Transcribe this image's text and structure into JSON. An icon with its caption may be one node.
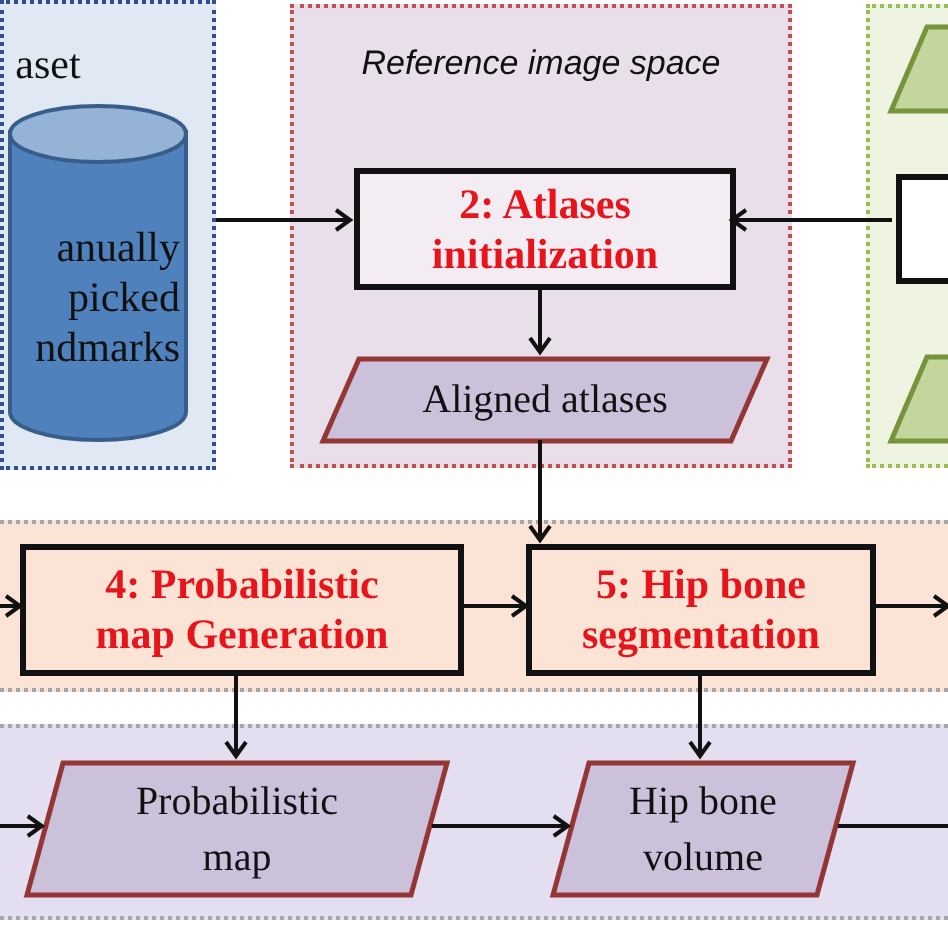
{
  "diagram": {
    "nodes": [
      {
        "text": [
          "aset"
        ]
      },
      {
        "text": [
          "anually picked ndmarks"
        ],
        "in": 0
      },
      {
        "text": [
          "Reference image space"
        ]
      },
      {
        "text": [
          "2: Atlases initialization"
        ],
        "in": 2
      },
      {
        "text": [
          "Aligned atlases"
        ],
        "in": 2
      },
      {
        "text": [],
        "shape": "box"
      },
      {
        "text": [],
        "shape": "parallelogram",
        "in": 5
      },
      {
        "text": [],
        "shape": "box",
        "in": 5
      },
      {
        "text": [],
        "shape": "parallelogram",
        "in": 5
      },
      {
        "text": [],
        "shape": "band"
      },
      {
        "text": [
          "4: Probabilistic map Generation"
        ],
        "in": 9
      },
      {
        "text": [
          "5: Hip bone segmentation"
        ],
        "in": 9
      },
      {
        "text": [],
        "shape": "band"
      },
      {
        "text": [
          "Probabilistic map"
        ],
        "in": 12
      },
      {
        "text": [
          "Hip bone volume"
        ],
        "in": 12
      }
    ],
    "edges": [
      {
        "from": 0,
        "to": 3,
        "arrow": "to"
      },
      {
        "from": 7,
        "to": 3,
        "arrow": "to"
      },
      {
        "from": 3,
        "to": 4,
        "arrow": "to"
      },
      {
        "from": 4,
        "to": 11,
        "arrow": "to"
      },
      {
        "from": null,
        "to": 10,
        "arrow": "to"
      },
      {
        "from": 10,
        "to": 11,
        "arrow": "to"
      },
      {
        "from": 11,
        "to": null,
        "arrow": "to"
      },
      {
        "from": 10,
        "to": 13,
        "arrow": "to"
      },
      {
        "from": 11,
        "to": 14,
        "arrow": "to"
      },
      {
        "from": null,
        "to": 13,
        "arrow": "to"
      },
      {
        "from": 13,
        "to": 14,
        "arrow": "to"
      },
      {
        "from": 14,
        "to": null,
        "arrow": "none"
      }
    ]
  }
}
